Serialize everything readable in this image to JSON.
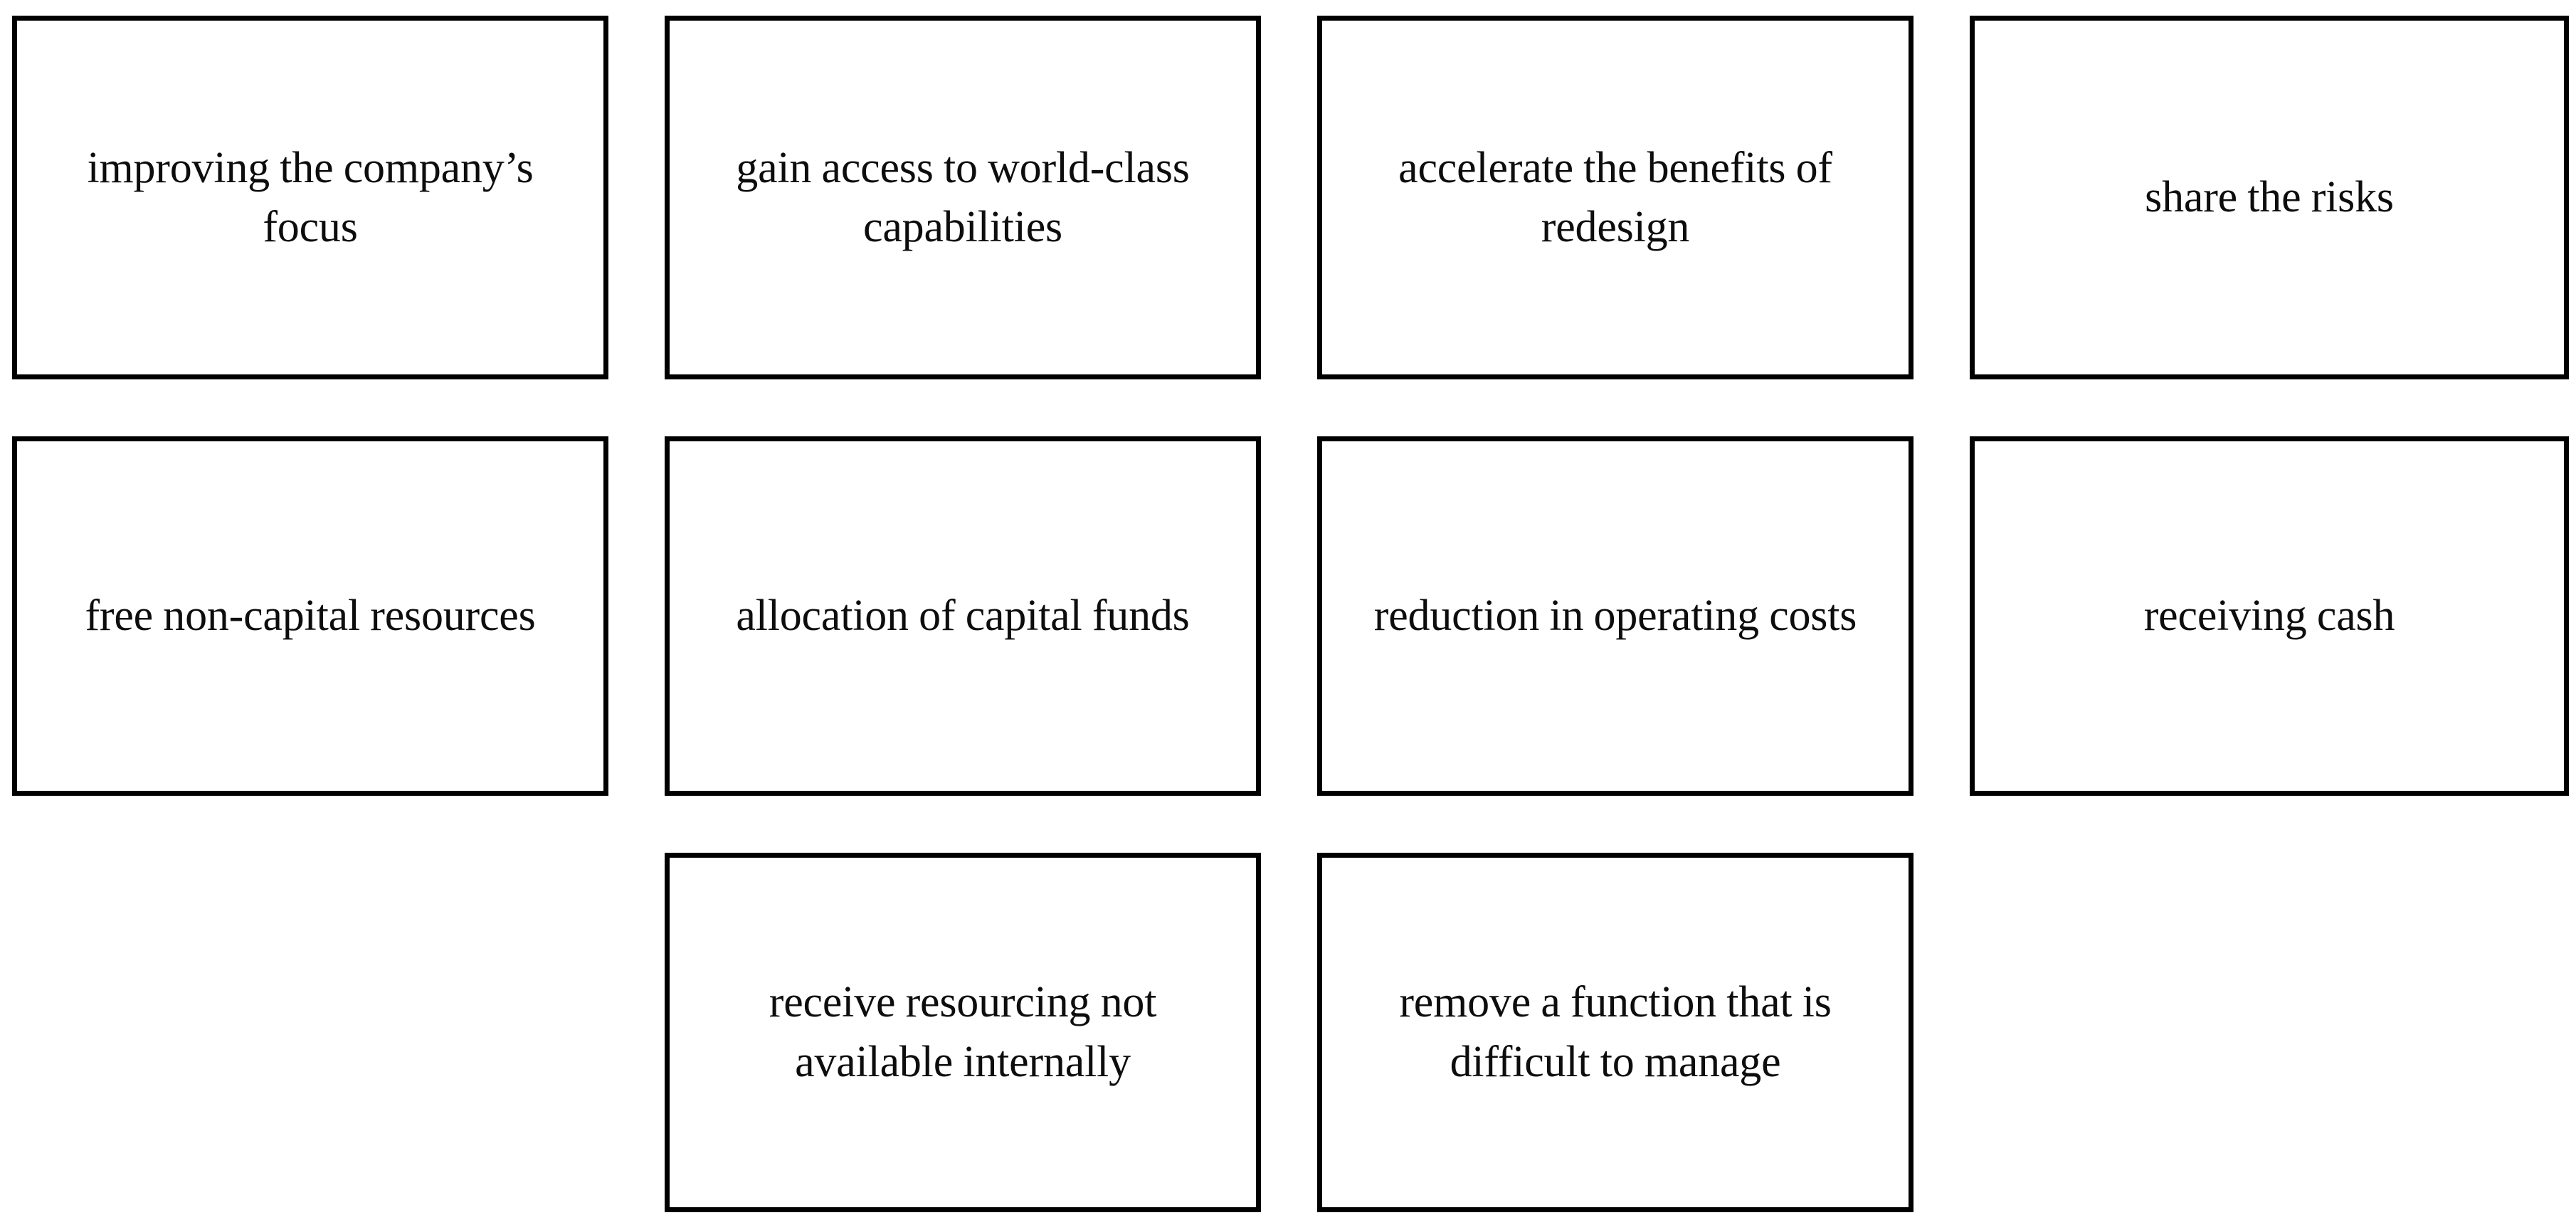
{
  "diagram": {
    "title": "outsourcing reasons boxes",
    "type": "box-grid",
    "columns": 4,
    "rows": 3,
    "style": {
      "background_color": "#ffffff",
      "border_color": "#000000",
      "text_color": "#0d0d0d"
    },
    "cells": [
      {
        "id": "r1c1",
        "row": 1,
        "col": 1,
        "empty": false,
        "label": "improving the company’s focus"
      },
      {
        "id": "r1c2",
        "row": 1,
        "col": 2,
        "empty": false,
        "label": "gain access to world-class capabilities"
      },
      {
        "id": "r1c3",
        "row": 1,
        "col": 3,
        "empty": false,
        "label": "accelerate the benefits of redesign"
      },
      {
        "id": "r1c4",
        "row": 1,
        "col": 4,
        "empty": false,
        "label": "share the risks"
      },
      {
        "id": "r2c1",
        "row": 2,
        "col": 1,
        "empty": false,
        "label": "free non-capital resources"
      },
      {
        "id": "r2c2",
        "row": 2,
        "col": 2,
        "empty": false,
        "label": "allocation of capital funds"
      },
      {
        "id": "r2c3",
        "row": 2,
        "col": 3,
        "empty": false,
        "label": "reduction in operating costs"
      },
      {
        "id": "r2c4",
        "row": 2,
        "col": 4,
        "empty": false,
        "label": "receiving cash"
      },
      {
        "id": "r3c1",
        "row": 3,
        "col": 1,
        "empty": true,
        "label": ""
      },
      {
        "id": "r3c2",
        "row": 3,
        "col": 2,
        "empty": false,
        "label": "receive resourcing not available internally"
      },
      {
        "id": "r3c3",
        "row": 3,
        "col": 3,
        "empty": false,
        "label": "remove a function that is difficult to manage"
      },
      {
        "id": "r3c4",
        "row": 3,
        "col": 4,
        "empty": true,
        "label": ""
      }
    ]
  }
}
